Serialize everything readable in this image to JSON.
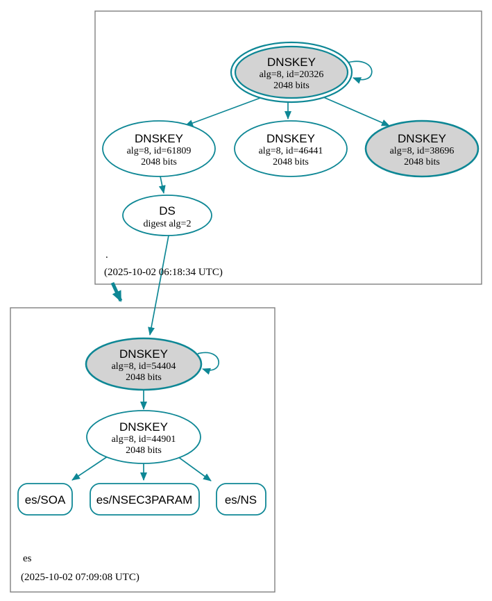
{
  "colors": {
    "accent": "#0e8795",
    "ksk_fill": "#d3d3d3",
    "box_border": "#7f7f7f"
  },
  "root_zone": {
    "label": ".",
    "timestamp": "(2025-10-02 06:18:34 UTC)",
    "ksk": {
      "title": "DNSKEY",
      "alg": "alg=8, id=20326",
      "bits": "2048 bits"
    },
    "zsk1": {
      "title": "DNSKEY",
      "alg": "alg=8, id=61809",
      "bits": "2048 bits"
    },
    "zsk2": {
      "title": "DNSKEY",
      "alg": "alg=8, id=46441",
      "bits": "2048 bits"
    },
    "key3": {
      "title": "DNSKEY",
      "alg": "alg=8, id=38696",
      "bits": "2048 bits"
    },
    "ds": {
      "title": "DS",
      "digest": "digest alg=2"
    }
  },
  "es_zone": {
    "label": "es",
    "timestamp": "(2025-10-02 07:09:08 UTC)",
    "ksk": {
      "title": "DNSKEY",
      "alg": "alg=8, id=54404",
      "bits": "2048 bits"
    },
    "zsk": {
      "title": "DNSKEY",
      "alg": "alg=8, id=44901",
      "bits": "2048 bits"
    },
    "rrsets": [
      {
        "label": "es/SOA"
      },
      {
        "label": "es/NSEC3PARAM"
      },
      {
        "label": "es/NS"
      }
    ]
  }
}
